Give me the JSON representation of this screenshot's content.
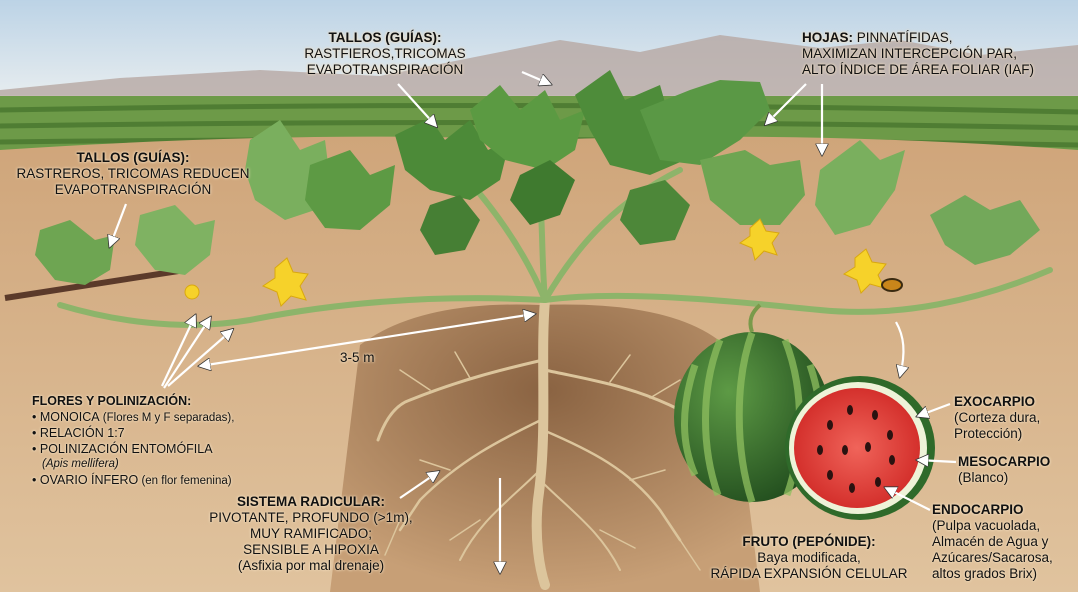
{
  "labels": {
    "tallos_top": {
      "title": "TALLOS (GUÍAS):",
      "lines": [
        "RASTFIEROS,TRICOMAS",
        "EVAPOTRANSPIRACIÓN"
      ]
    },
    "tallos_left": {
      "title": "TALLOS (GUÍAS):",
      "lines": [
        "RASTREROS, TRICOMAS REDUCEN",
        "EVAPOTRANSPIRACIÓN"
      ]
    },
    "hojas": {
      "title": "HOJAS:",
      "title_rest": " PINNATÍFIDAS,",
      "lines": [
        "MAXIMIZAN INTERCEPCIÓN PAR,",
        "ALTO ÍNDICE DE ÁREA FOLIAR (IAF)"
      ]
    },
    "measure": "3-5 m",
    "flores": {
      "title": "FLORES Y POLINIZACIÓN:",
      "items": [
        {
          "main": "MONOICA",
          "note": " (Flores M y F separadas),"
        },
        {
          "main": "RELACIÓN 1:7",
          "note": ""
        },
        {
          "main": "POLINIZACIÓN ENTOMÓFILA",
          "note": ""
        },
        {
          "main": "OVARIO ÍNFERO",
          "note": " (en flor femenina)"
        }
      ],
      "species": "(Apis mellifera)"
    },
    "sistema": {
      "title": "SISTEMA RADICULAR:",
      "lines": [
        "PIVOTANTE, PROFUNDO (>1m),",
        "MUY RAMIFICADO;",
        "SENSIBLE A HIPOXIA",
        "(Asfixia por mal drenaje)"
      ]
    },
    "fruto": {
      "title": "FRUTO (PEPÓNIDE):",
      "lines": [
        "Baya modificada,",
        "RÁPIDA EXPANSIÓN CELULAR"
      ]
    },
    "exocarpio": {
      "title": "EXOCARPIO",
      "lines": [
        "(Corteza dura,",
        "Protección)"
      ]
    },
    "mesocarpio": {
      "title": "MESOCARPIO",
      "lines": [
        "(Blanco)"
      ]
    },
    "endocarpio": {
      "title": "ENDOCARPIO",
      "lines": [
        "(Pulpa vacuolada,",
        "Almacén de Agua y",
        "Azúcares/Sacarosa,",
        "altos grados Brix)"
      ]
    }
  },
  "colors": {
    "sky": "#c9dbe8",
    "soil": "#d8b58a",
    "soil_dark": "#a47a52",
    "leaf": "#4f8a3a",
    "leaf_light": "#7fae5e",
    "stem": "#8fb56a",
    "root": "#d9bf94",
    "rind": "#2f6a2a",
    "rind_stripe": "#9cc46a",
    "flesh": "#e0413c",
    "flower": "#f6d22a",
    "arrow": "#ffffff"
  }
}
